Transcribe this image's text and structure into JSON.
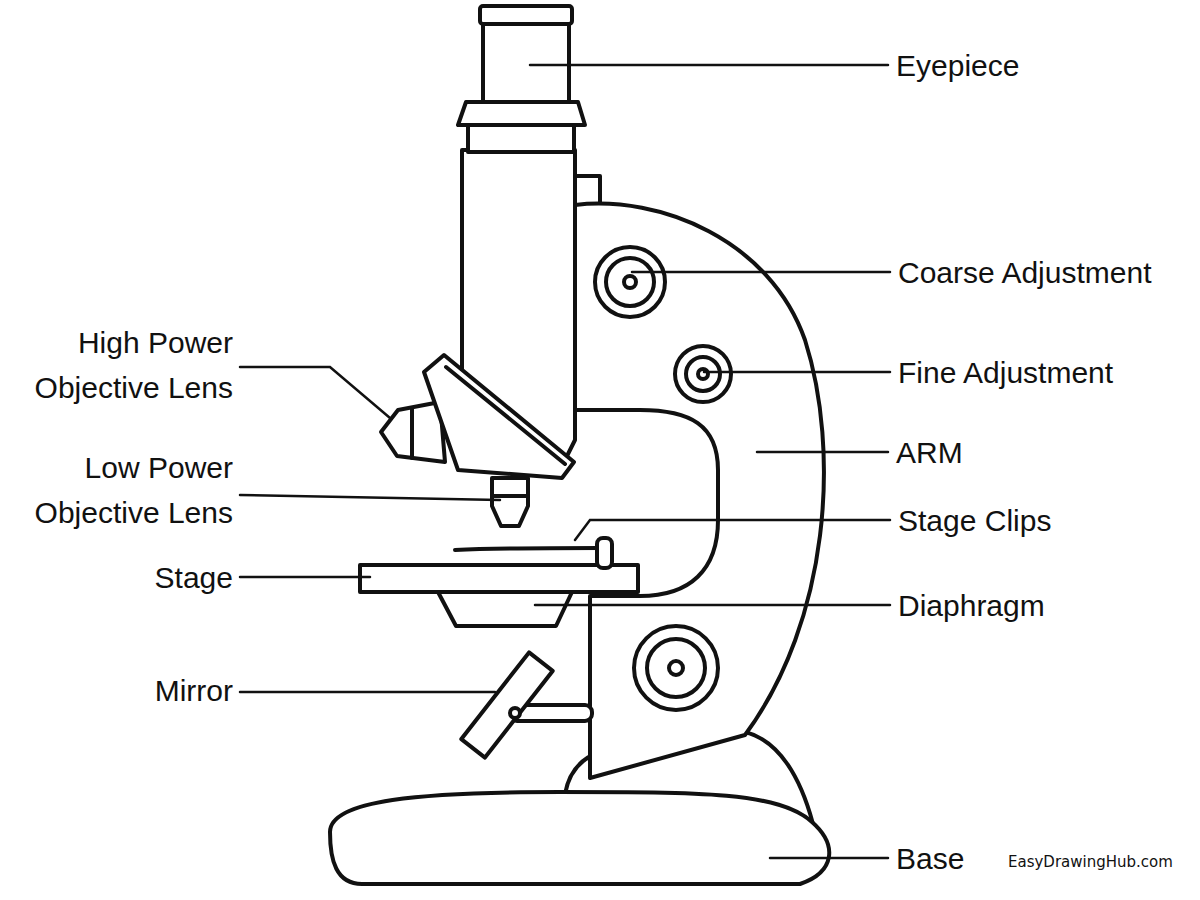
{
  "diagram": {
    "labels": [
      "Eyepiece",
      "Coarse Adjustment",
      "High Power Objective Lens",
      "Fine Adjustment",
      "ARM",
      "Low Power Objective Lens",
      "Stage Clips",
      "Stage",
      "Diaphragm",
      "Mirror",
      "Base",
      "EasyDrawingHub.com"
    ]
  }
}
